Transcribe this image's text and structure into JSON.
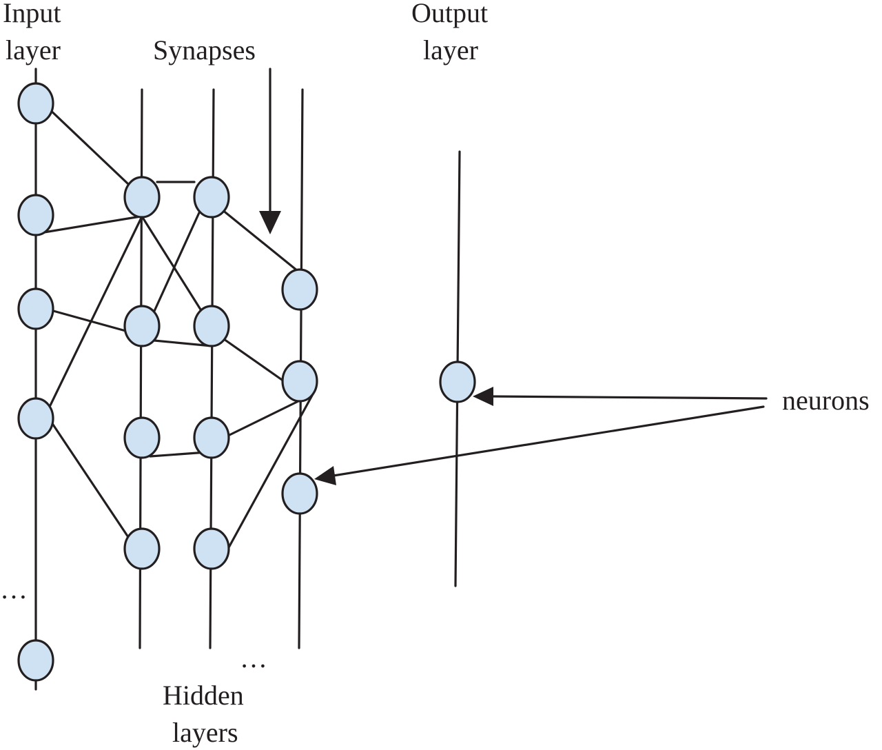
{
  "labels": {
    "input_layer_line1": "Input",
    "input_layer_line2": "layer",
    "synapses": "Synapses",
    "output_layer_line1": "Output",
    "output_layer_line2": "layer",
    "neurons": "neurons",
    "hidden_layers_line1": "Hidden",
    "hidden_layers_line2": "layers",
    "ellipsis_input": "…",
    "ellipsis_hidden": "…"
  },
  "colors": {
    "neuron_fill": "#cfe2f3",
    "stroke": "#231f20",
    "background": "#ffffff"
  }
}
